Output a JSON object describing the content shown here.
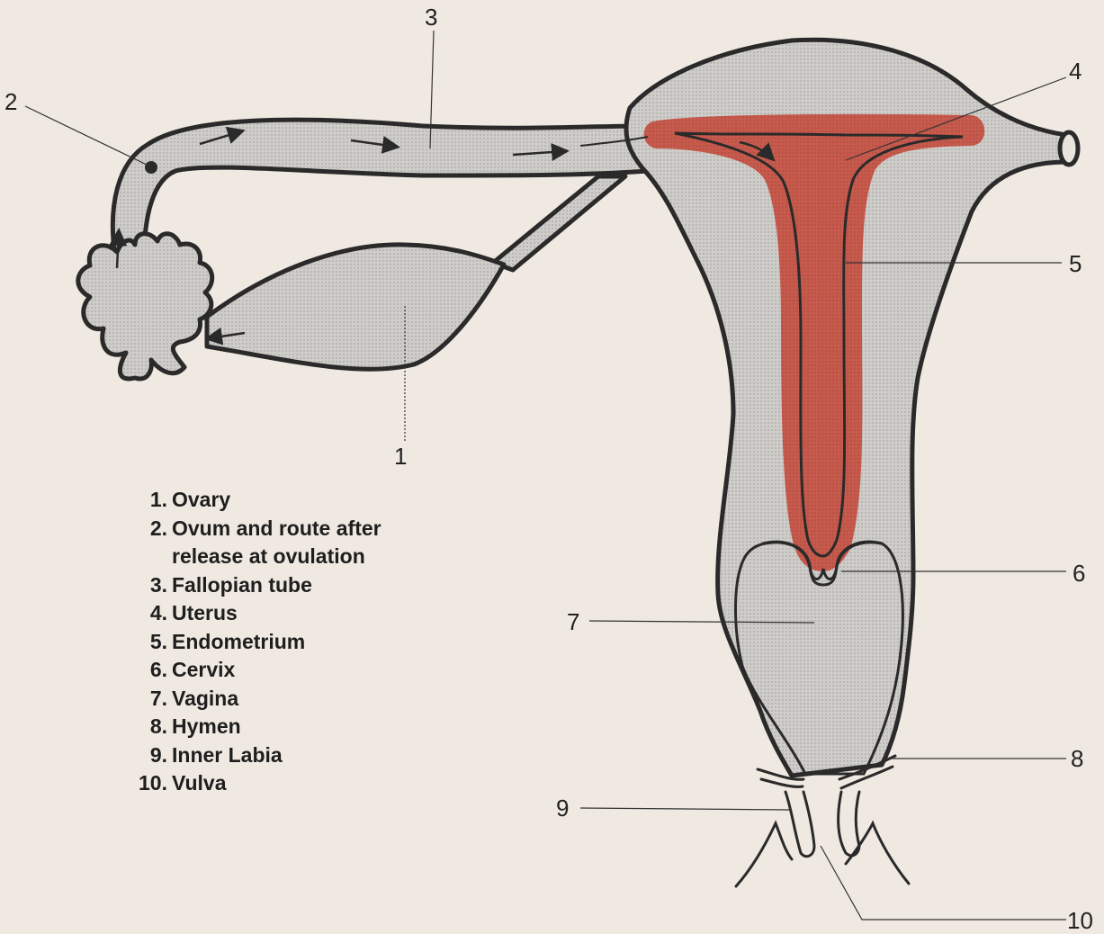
{
  "labels": [
    "1",
    "2",
    "3",
    "4",
    "5",
    "6",
    "7",
    "8",
    "9",
    "10"
  ],
  "legend": [
    {
      "num": "1.",
      "text": "Ovary"
    },
    {
      "num": "2.",
      "text": "Ovum and route after release at ovulation"
    },
    {
      "num": "3.",
      "text": "Fallopian tube"
    },
    {
      "num": "4.",
      "text": "Uterus"
    },
    {
      "num": "5.",
      "text": "Endometrium"
    },
    {
      "num": "6.",
      "text": "Cervix"
    },
    {
      "num": "7.",
      "text": "Vagina"
    },
    {
      "num": "8.",
      "text": "Hymen"
    },
    {
      "num": "9.",
      "text": "Inner Labia"
    },
    {
      "num": "10.",
      "text": "Vulva"
    }
  ],
  "colors": {
    "background": "#efe9e1",
    "tissue": "#c9c7c4",
    "endometrium": "#c0564a",
    "cavity": "#f3cfc3",
    "outline": "#2a2a2a"
  }
}
